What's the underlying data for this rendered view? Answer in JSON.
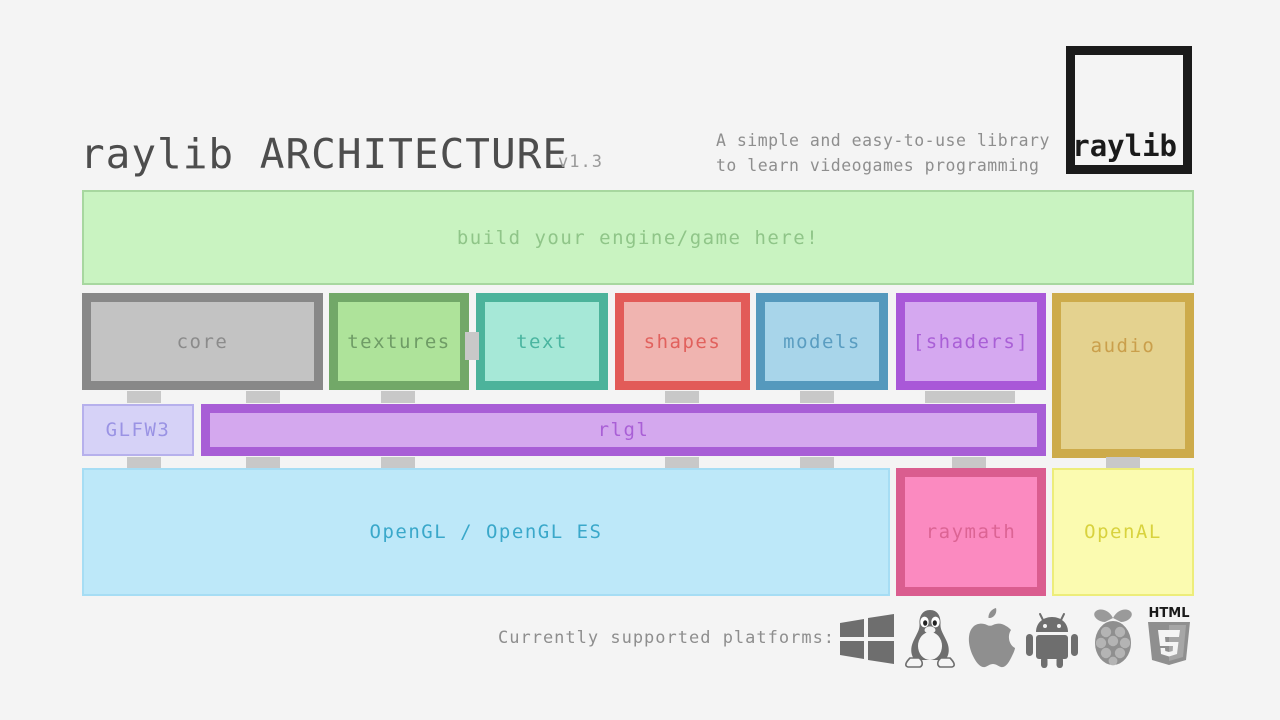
{
  "header": {
    "title": "raylib ARCHITECTURE",
    "version": "v1.3",
    "tagline_line1": "A simple and easy-to-use library",
    "tagline_line2": "to learn videogames programming",
    "logo_text": "raylib"
  },
  "diagram": {
    "user_layer": {
      "label": "build your engine/game here!",
      "fill": "#c9f3c1",
      "border": "#a7d79f",
      "text_color": "#8fc588"
    },
    "modules": [
      {
        "label": "core",
        "fill": "#c3c3c3",
        "border": "#888888",
        "text_color": "#8b8b8b"
      },
      {
        "label": "textures",
        "fill": "#aee39a",
        "border": "#72a868",
        "text_color": "#6f9c66"
      },
      {
        "label": "text",
        "fill": "#a6e8d7",
        "border": "#4cb39b",
        "text_color": "#4ab5a0"
      },
      {
        "label": "shapes",
        "fill": "#f0b4b0",
        "border": "#e25b58",
        "text_color": "#e1615d"
      },
      {
        "label": "models",
        "fill": "#a8d5ea",
        "border": "#5599bd",
        "text_color": "#5a9dc1"
      },
      {
        "label": "[shaders]",
        "fill": "#d5a8f0",
        "border": "#a958d8",
        "text_color": "#a95fd6"
      },
      {
        "label": "audio",
        "fill": "#e4d28f",
        "border": "#cdab4b",
        "text_color": "#ca9f4b"
      }
    ],
    "mid_layer": [
      {
        "label": "GLFW3",
        "fill": "#d6d2f7",
        "border": "#b6b0ec",
        "text_color": "#9a93e4"
      },
      {
        "label": "rlgl",
        "fill": "#d4a8ee",
        "border": "#a85ed6",
        "text_color": "#a95fd6"
      }
    ],
    "bottom_layer": [
      {
        "label": "OpenGL / OpenGL ES",
        "fill": "#bde8f9",
        "border": "#a6ddf4",
        "text_color": "#3aa8ca"
      },
      {
        "label": "raymath",
        "fill": "#fb8ac0",
        "border": "#da5d8f",
        "text_color": "#dc6494"
      },
      {
        "label": "OpenAL",
        "fill": "#fbfbb0",
        "border": "#eded7a",
        "text_color": "#d8d23e"
      }
    ]
  },
  "footer": {
    "platforms_label": "Currently supported platforms:",
    "platforms": [
      "windows-icon",
      "linux-icon",
      "apple-icon",
      "android-icon",
      "raspberrypi-icon",
      "html5-icon"
    ]
  }
}
